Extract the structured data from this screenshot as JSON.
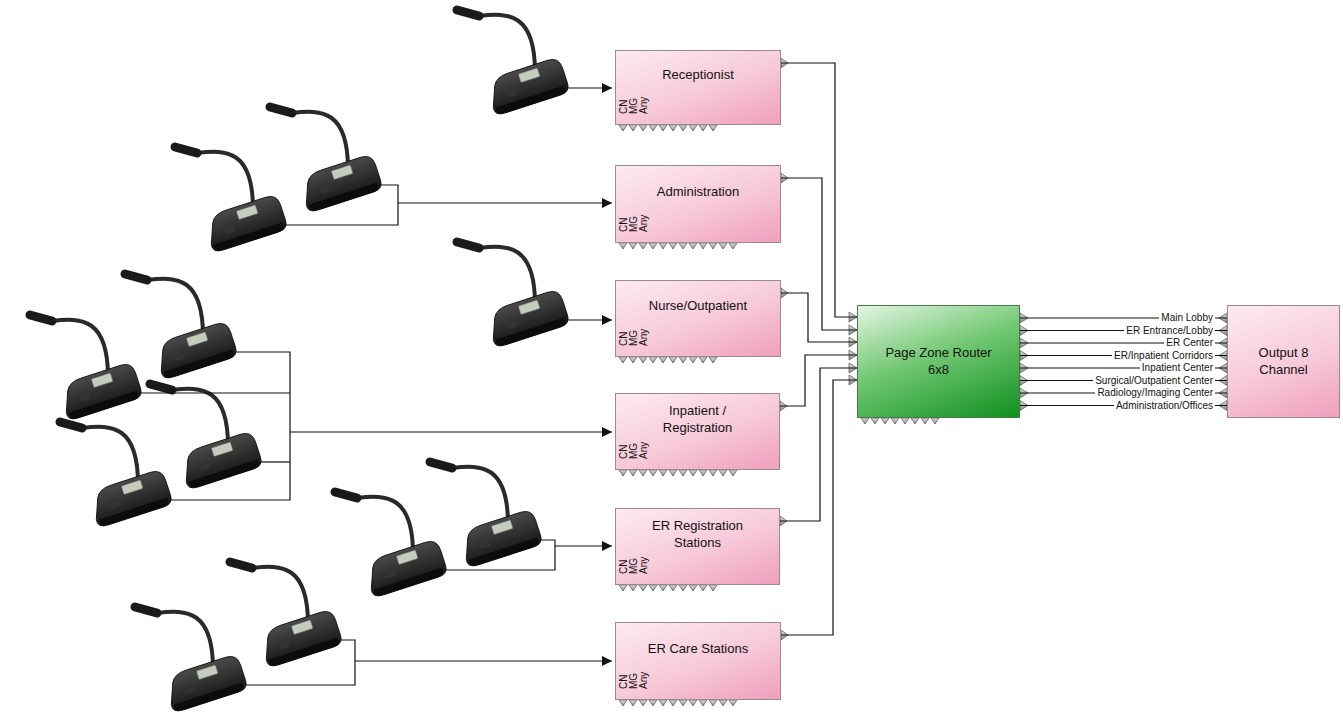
{
  "diagram": {
    "nodes": [
      {
        "text": [
          "Receptionist"
        ]
      },
      {
        "text": [
          "Administration"
        ]
      },
      {
        "text": [
          "Nurse/Outpatient"
        ]
      },
      {
        "text": [
          "Inpatient / Registration"
        ]
      },
      {
        "text": [
          "ER Registration Stations"
        ]
      },
      {
        "text": [
          "ER Care Stations"
        ]
      },
      {
        "text": [
          "Page Zone Router 6x8"
        ]
      },
      {
        "text": [
          "Output 8 Channel"
        ]
      }
    ],
    "edges": [
      {
        "from": 0,
        "to": 6,
        "arrow": "none"
      },
      {
        "from": 1,
        "to": 6,
        "arrow": "none"
      },
      {
        "from": 2,
        "to": 6,
        "arrow": "none"
      },
      {
        "from": 3,
        "to": 6,
        "arrow": "none"
      },
      {
        "from": 4,
        "to": 6,
        "arrow": "none"
      },
      {
        "from": 5,
        "to": 6,
        "arrow": "none"
      },
      {
        "from": 6,
        "to": 7,
        "label": "Main Lobby",
        "arrow": "none"
      },
      {
        "from": 6,
        "to": 7,
        "label": "ER Entrance/Lobby",
        "arrow": "none"
      },
      {
        "from": 6,
        "to": 7,
        "label": "ER Center",
        "arrow": "none"
      },
      {
        "from": 6,
        "to": 7,
        "label": "ER/Inpatient Corridors",
        "arrow": "none"
      },
      {
        "from": 6,
        "to": 7,
        "label": "Inpatient Center",
        "arrow": "none"
      },
      {
        "from": 6,
        "to": 7,
        "label": "Surgical/Outpatient Center",
        "arrow": "none"
      },
      {
        "from": 6,
        "to": 7,
        "label": "Radiology/Imaging Center",
        "arrow": "none"
      },
      {
        "from": 6,
        "to": 7,
        "label": "Administration/Offices",
        "arrow": "none"
      }
    ],
    "labels": [
      "CN",
      "MG",
      "Any",
      "CN",
      "MG",
      "Any",
      "CN",
      "MG",
      "Any",
      "CN",
      "MG",
      "Any",
      "CN",
      "MG",
      "Any",
      "CN",
      "MG",
      "Any"
    ]
  }
}
